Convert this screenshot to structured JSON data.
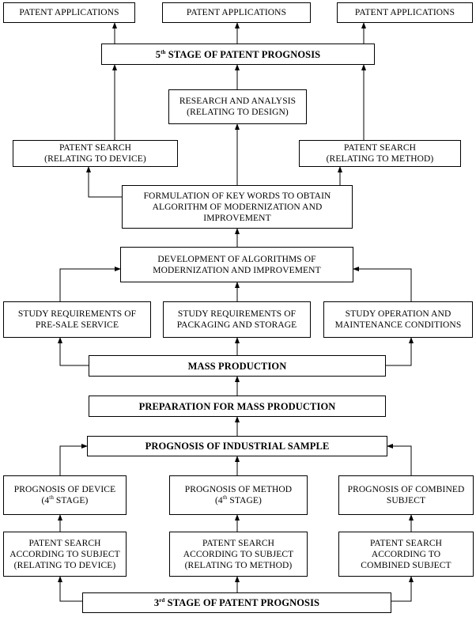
{
  "boxes": {
    "patent_app_1": {
      "lines": [
        "PATENT APPLICATIONS"
      ]
    },
    "patent_app_2": {
      "lines": [
        "PATENT APPLICATIONS"
      ]
    },
    "patent_app_3": {
      "lines": [
        "PATENT APPLICATIONS"
      ]
    },
    "stage5": {
      "prefix": "5",
      "sup": "th",
      "suffix": " STAGE OF PATENT PROGNOSIS"
    },
    "research": {
      "lines": [
        "RESEARCH AND ANALYSIS",
        "(RELATING TO DESIGN)"
      ]
    },
    "search_device": {
      "lines": [
        "PATENT SEARCH",
        "(RELATING TO DEVICE)"
      ]
    },
    "search_method": {
      "lines": [
        "PATENT SEARCH",
        "(RELATING TO METHOD)"
      ]
    },
    "keywords": {
      "lines": [
        "FORMULATION OF KEY WORDS TO OBTAIN",
        "ALGORITHM OF MODERNIZATION AND",
        "IMPROVEMENT"
      ]
    },
    "algorithms": {
      "lines": [
        "DEVELOPMENT OF ALGORITHMS OF",
        "MODERNIZATION AND IMPROVEMENT"
      ]
    },
    "presale": {
      "lines": [
        "STUDY REQUIREMENTS OF",
        "PRE-SALE SERVICE"
      ]
    },
    "packaging": {
      "lines": [
        "STUDY REQUIREMENTS OF",
        "PACKAGING AND STORAGE"
      ]
    },
    "operation": {
      "lines": [
        "STUDY OPERATION AND",
        "MAINTENANCE CONDITIONS"
      ]
    },
    "mass": {
      "lines": [
        "MASS PRODUCTION"
      ]
    },
    "prep": {
      "lines": [
        "PREPARATION FOR MASS PRODUCTION"
      ]
    },
    "industrial": {
      "lines": [
        "PROGNOSIS OF INDUSTRIAL SAMPLE"
      ]
    },
    "prog_device": {
      "line1": "PROGNOSIS OF DEVICE",
      "prefix": "(4",
      "sup": "th",
      "suffix": " STAGE)"
    },
    "prog_method": {
      "line1": "PROGNOSIS OF METHOD",
      "prefix": "(4",
      "sup": "th",
      "suffix": " STAGE)"
    },
    "prog_combined": {
      "lines": [
        "PROGNOSIS OF COMBINED",
        "SUBJECT"
      ]
    },
    "ps_device": {
      "lines": [
        "PATENT SEARCH",
        "ACCORDING TO SUBJECT",
        "(RELATING TO DEVICE)"
      ]
    },
    "ps_method": {
      "lines": [
        "PATENT SEARCH",
        "ACCORDING TO SUBJECT",
        "(RELATING TO METHOD)"
      ]
    },
    "ps_combined": {
      "lines": [
        "PATENT SEARCH",
        "ACCORDING TO",
        "COMBINED SUBJECT"
      ]
    },
    "stage3": {
      "prefix": "3",
      "sup": "rd",
      "suffix": " STAGE OF PATENT PROGNOSIS"
    }
  }
}
